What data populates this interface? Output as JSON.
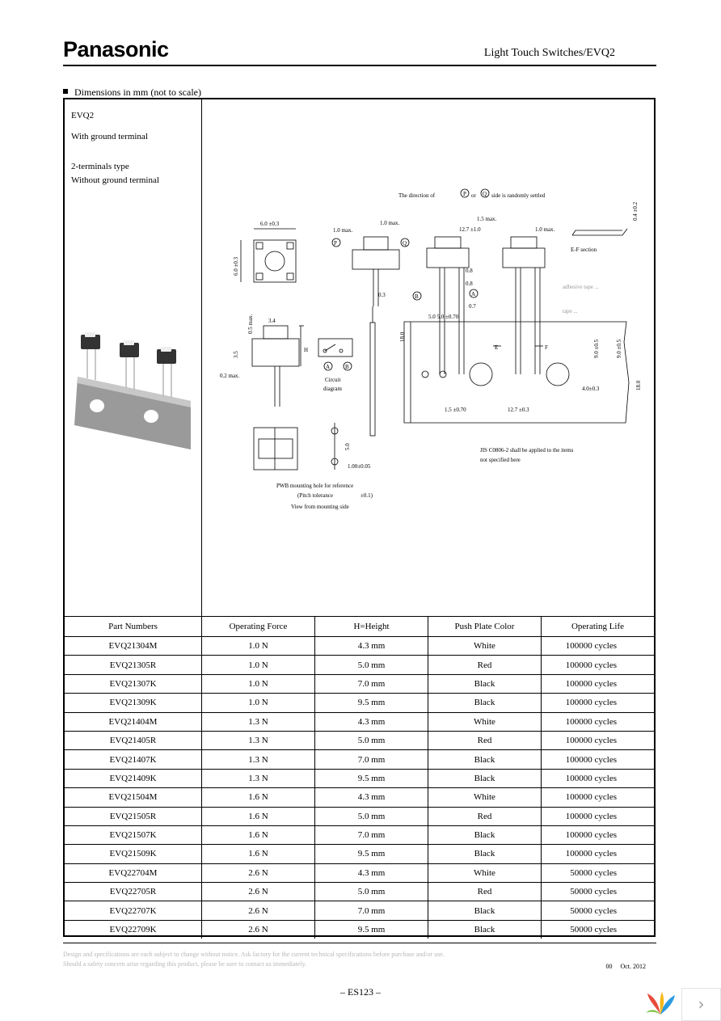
{
  "header": {
    "brand": "Panasonic",
    "title": "Light Touch Switches/EVQ2"
  },
  "section": {
    "label": "Dimensions in mm (not to scale)"
  },
  "left_panel": {
    "model": "EVQ2",
    "line1": "With ground terminal",
    "line2": "2-terminals type",
    "line3": "Without  ground terminal"
  },
  "drawing": {
    "direction_note_a": "The direction of",
    "direction_note_b": "or",
    "direction_note_c": "side is randomly settled",
    "p_label": "P",
    "q_label": "Q",
    "a_label": "A",
    "b_label": "B",
    "ef_section": "E-F section",
    "circuit_a": "Circuit",
    "circuit_b": "diagram",
    "pwb_a": "PWB mounting hole for reference",
    "pwb_b": "(Pitch tolerance",
    "pwb_c": "View from mounting side",
    "jis_a": "JIS C0806-2 shall be applied to the items",
    "jis_b": "not specified here"
  },
  "table": {
    "headers": [
      "Part  Numbers",
      "Operating Force",
      "H=Height",
      "Push Plate Color",
      "Operating Life"
    ],
    "rows": [
      [
        "EVQ21304M",
        "1.0 N",
        "4.3 mm",
        "White",
        "100000 cycles"
      ],
      [
        "EVQ21305R",
        "1.0 N",
        "5.0 mm",
        "Red",
        "100000 cycles"
      ],
      [
        "EVQ21307K",
        "1.0 N",
        "7.0 mm",
        "Black",
        "100000 cycles"
      ],
      [
        "EVQ21309K",
        "1.0 N",
        "9.5 mm",
        "Black",
        "100000 cycles"
      ],
      [
        "EVQ21404M",
        "1.3 N",
        "4.3 mm",
        "White",
        "100000 cycles"
      ],
      [
        "EVQ21405R",
        "1.3 N",
        "5.0 mm",
        "Red",
        "100000 cycles"
      ],
      [
        "EVQ21407K",
        "1.3 N",
        "7.0 mm",
        "Black",
        "100000 cycles"
      ],
      [
        "EVQ21409K",
        "1.3 N",
        "9.5 mm",
        "Black",
        "100000 cycles"
      ],
      [
        "EVQ21504M",
        "1.6 N",
        "4.3 mm",
        "White",
        "100000 cycles"
      ],
      [
        "EVQ21505R",
        "1.6 N",
        "5.0 mm",
        "Red",
        "100000 cycles"
      ],
      [
        "EVQ21507K",
        "1.6 N",
        "7.0 mm",
        "Black",
        "100000 cycles"
      ],
      [
        "EVQ21509K",
        "1.6 N",
        "9.5 mm",
        "Black",
        "100000 cycles"
      ],
      [
        "EVQ22704M",
        "2.6 N",
        "4.3 mm",
        "White",
        "50000 cycles"
      ],
      [
        "EVQ22705R",
        "2.6 N",
        "5.0 mm",
        "Red",
        "50000 cycles"
      ],
      [
        "EVQ22707K",
        "2.6 N",
        "7.0 mm",
        "Black",
        "50000 cycles"
      ],
      [
        "EVQ22709K",
        "2.6 N",
        "9.5 mm",
        "Black",
        "50000 cycles"
      ]
    ]
  },
  "footer": {
    "disclaimer_line1": "Design and specifications are each subject to change without notice.  Ask factory for the current technical specifications before purchase and/or use.",
    "disclaimer_line2": "Should a safety concern arise regarding this product, please be sure to contact us immediately.",
    "date_code": "00",
    "date": "Oct. 2012",
    "page": "– ES123 –"
  },
  "viewer": {
    "logo_icon": "viewer-logo-icon",
    "next_icon": "chevron-right-icon",
    "next_glyph": "›"
  }
}
